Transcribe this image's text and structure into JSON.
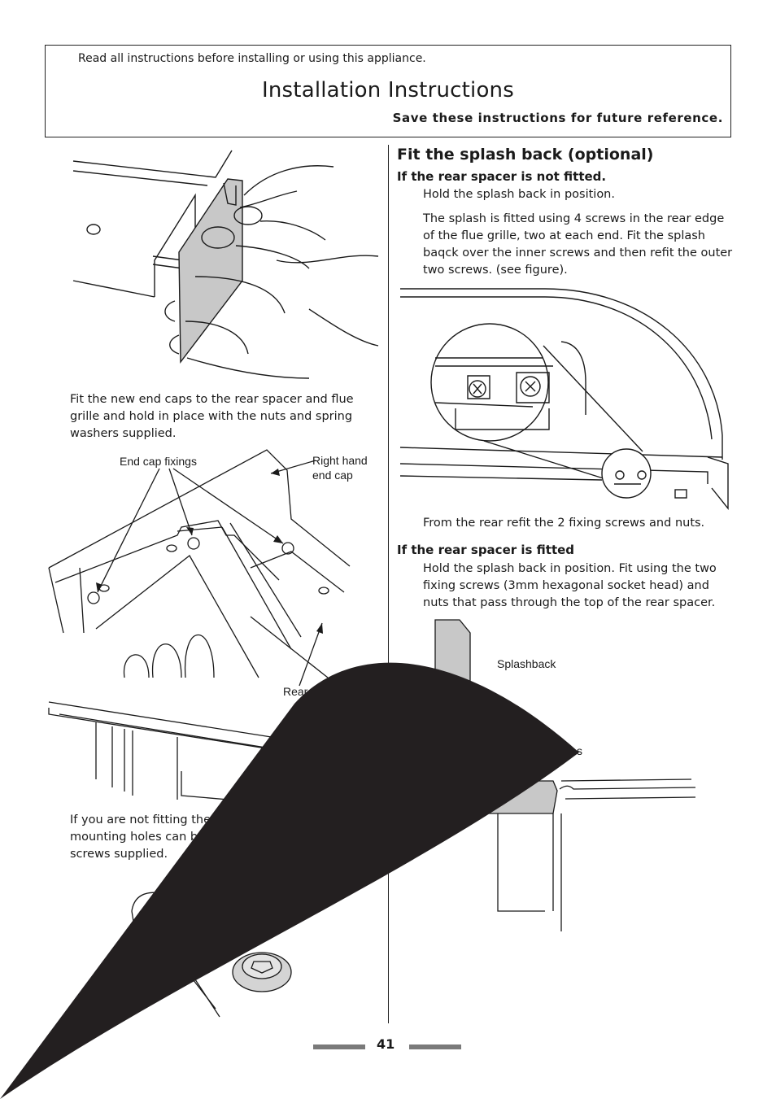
{
  "header": {
    "note": "Read all instructions before installing or using this appliance.",
    "title": "Installation Instructions",
    "save_note": "Save these instructions for future reference."
  },
  "left": {
    "end_caps_text": "Fit the new end caps to the rear spacer and flue grille and hold in place with the nuts and spring washers supplied.",
    "labels": {
      "end_cap_fixings": "End cap fixings",
      "right_hand_end_cap_1": "Right hand",
      "right_hand_end_cap_2": "end cap",
      "rear_spacer": "Rear spacer"
    },
    "not_fitting_text_1": "If you are not fitting the spla",
    "not_fitting_text_2": "mounting holes can be bl",
    "not_fitting_text_3": "screws supplied."
  },
  "right": {
    "heading": "Fit the splash back (optional)",
    "not_fitted_heading": "If the rear spacer is not fitted.",
    "hold_text": "Hold the splash back in position.",
    "screws_text": "The splash is fitted using 4 screws in the rear edge of the flue grille, two at each end. Fit the splash baqck over the inner screws and then refit the outer two screws. (see figure).",
    "refit_text": "From the rear refit the 2 fixing screws and nuts.",
    "fitted_heading": "If the rear spacer is fitted",
    "fitted_text": "Hold the splash back in position. Fit using the two fixing screws (3mm hexagonal socket head) and nuts that pass through the top of the rear spacer.",
    "labels": {
      "splashback": "Splashback",
      "screws_fragment": "s"
    }
  },
  "footer": {
    "page_number": "41"
  },
  "colors": {
    "line": "#1a1a1a",
    "panel_grey": "#c8c8c8",
    "footer_bar": "#7a7a7a",
    "overlay": "#231f20"
  }
}
